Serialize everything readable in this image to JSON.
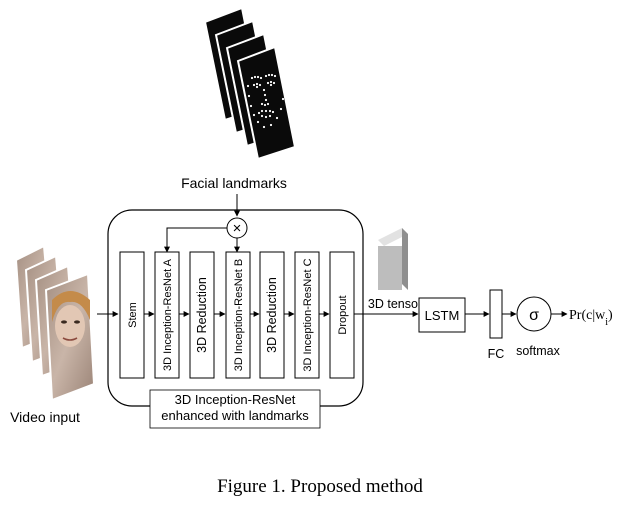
{
  "facial_landmarks_label": "Facial landmarks",
  "video_input_label": "Video input",
  "enhanced_box_label_line1": "3D Inception-ResNet",
  "enhanced_box_label_line2": "enhanced with landmarks",
  "blocks": [
    "Stem",
    "3D Inception-ResNet A",
    "3D Reduction",
    "3D Inception-ResNet B",
    "3D Reduction",
    "3D Inception-ResNet C",
    "Dropout"
  ],
  "multiply_symbol": "×",
  "tensor_label": "3D tensor",
  "lstm_label": "LSTM",
  "fc_label": "FC",
  "sigma_symbol": "σ",
  "softmax_label": "softmax",
  "output_label": "Pr(c|w",
  "output_subscript": "i",
  "output_close": ")",
  "caption": "Figure 1. Proposed method",
  "colors": {
    "stroke": "#000000",
    "face_bg": "#b9a69a",
    "tensor_front": "#bdbdbd",
    "tensor_side": "#8f8f8f",
    "tensor_top": "#e2e2e2"
  }
}
